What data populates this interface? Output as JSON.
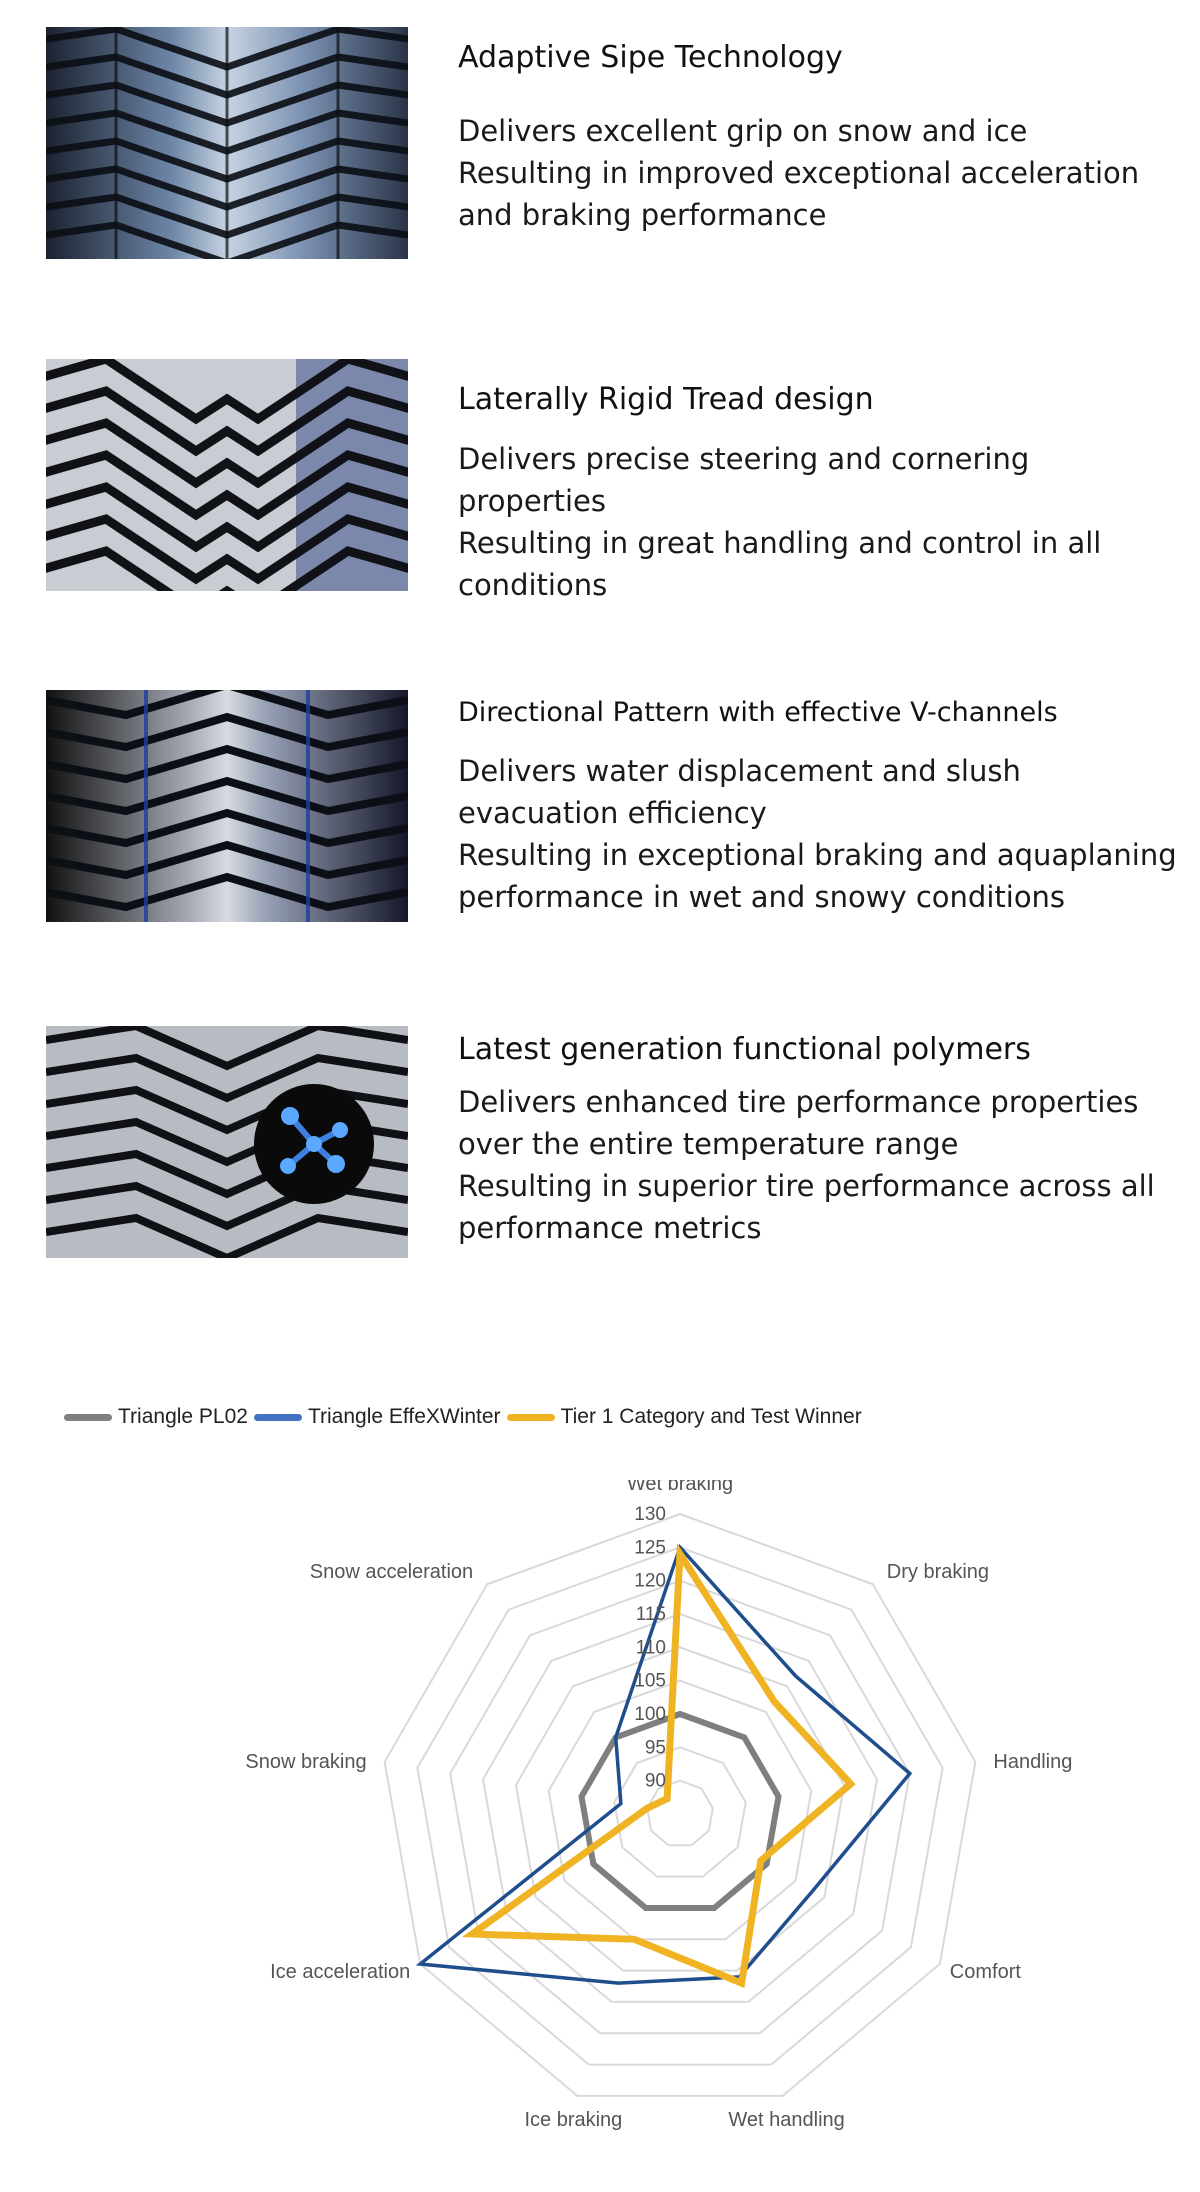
{
  "features": [
    {
      "title": "Adaptive Sipe Technology",
      "lines": [
        "Delivers excellent grip on snow and ice",
        "Resulting in improved exceptional acceleration and braking performance"
      ]
    },
    {
      "title": "Laterally Rigid Tread design",
      "lines": [
        "Delivers precise steering and cornering properties",
        "Resulting in great handling and control in all conditions"
      ]
    },
    {
      "title": "Directional Pattern with effective V-channels",
      "lines": [
        "Delivers water displacement and slush evacuation efficiency",
        "Resulting in exceptional  braking and aquaplaning performance in wet and snowy conditions"
      ]
    },
    {
      "title": "Latest generation functional polymers",
      "lines": [
        "Delivers enhanced tire performance properties over the entire temperature range",
        "Resulting in superior tire performance across all performance metrics"
      ]
    }
  ],
  "colors": {
    "pl02": "#7f7f7f",
    "effex": "#1f4e8c",
    "effex_legend": "#4472c4",
    "tier1": "#f0b323",
    "grid": "#d9d9d9",
    "label": "#555555"
  },
  "chart_data": {
    "type": "radar",
    "categories": [
      "Wet braking",
      "Dry braking",
      "Handling",
      "Comfort",
      "Wet handling",
      "Ice braking",
      "Ice acceleration",
      "Snow braking",
      "Snow acceleration"
    ],
    "rmin": 85,
    "rmax": 130,
    "ticks": [
      90,
      95,
      100,
      105,
      110,
      115,
      120,
      125,
      130
    ],
    "legend_position": "top-left",
    "series": [
      {
        "name": "Triangle PL02",
        "color_key": "pl02",
        "values": [
          100,
          100,
          100,
          100,
          100,
          100,
          100,
          100,
          100
        ]
      },
      {
        "name": "Triangle EffeXWinter",
        "color_key": "effex",
        "values": [
          125,
          112,
          120,
          108,
          111,
          112,
          130,
          94,
          100
        ]
      },
      {
        "name": "Tier 1 Category and Test Winner",
        "color_key": "tier1",
        "values": [
          124,
          107,
          111,
          99,
          112,
          105,
          121,
          90,
          88
        ]
      }
    ]
  }
}
